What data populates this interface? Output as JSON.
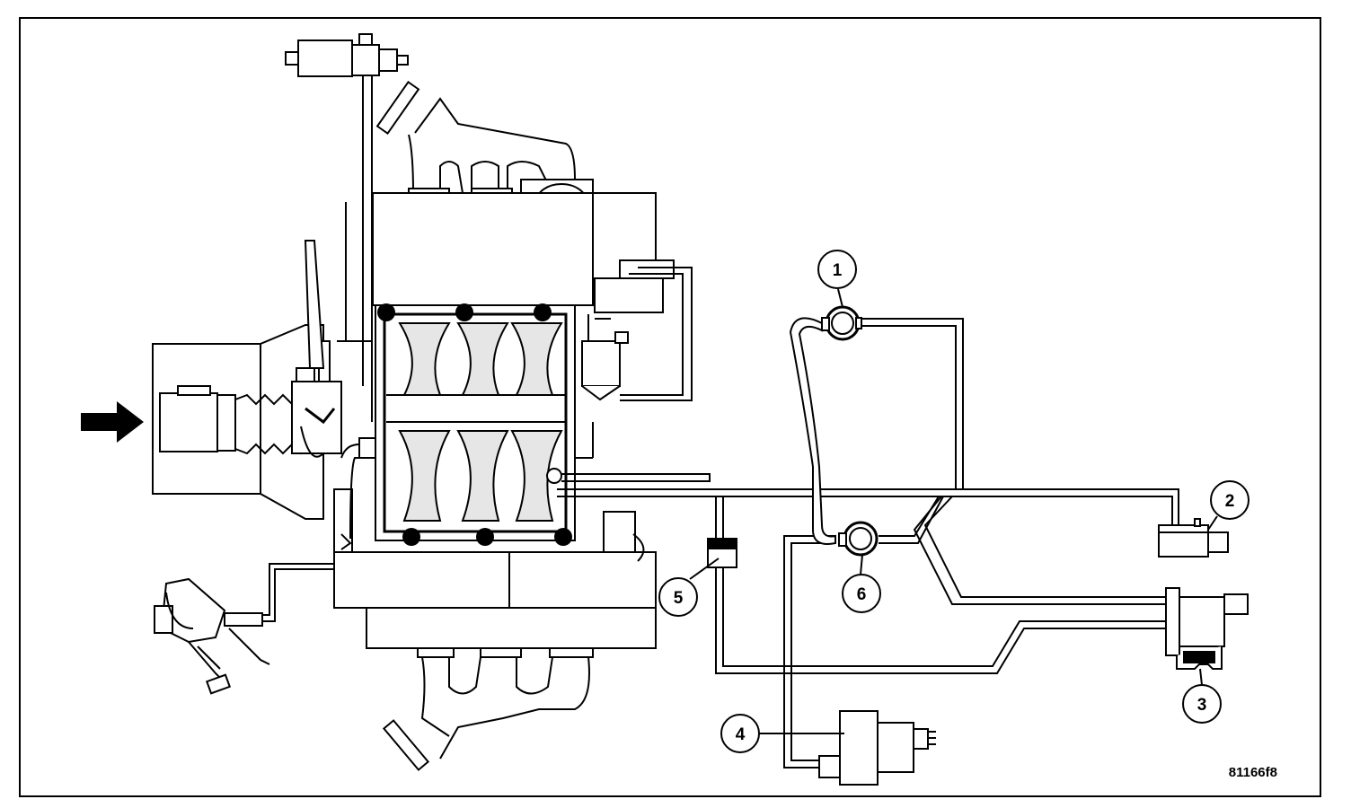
{
  "callouts": [
    {
      "id": "1",
      "label": "1"
    },
    {
      "id": "2",
      "label": "2"
    },
    {
      "id": "3",
      "label": "3"
    },
    {
      "id": "4",
      "label": "4"
    },
    {
      "id": "5",
      "label": "5"
    },
    {
      "id": "6",
      "label": "6"
    }
  ],
  "figure_id": "81166f8",
  "colors": {
    "ink": "#000000",
    "paper": "#ffffff",
    "shade": "#e6e6e6"
  }
}
